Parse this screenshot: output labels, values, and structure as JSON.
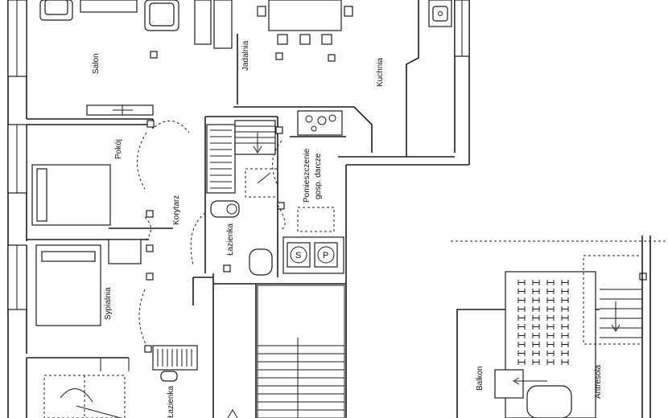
{
  "rooms": {
    "salon": "Salon",
    "jadalnia": "Jadalnia",
    "kuchnia": "Kuchnia",
    "pokoj": "Pokój",
    "korytarz": "Korytarz",
    "pomieszczenie_1": "Pomieszczenie",
    "pomieszczenie_2": "gosp. darcze",
    "lazienka_1": "Łazienka",
    "sypialnia": "Sypialnia",
    "lazienka_2": "Łazienka",
    "balkon": "Balkon",
    "antresola": "Antresola"
  },
  "symbols": {
    "stove": "S",
    "washer": "P"
  }
}
